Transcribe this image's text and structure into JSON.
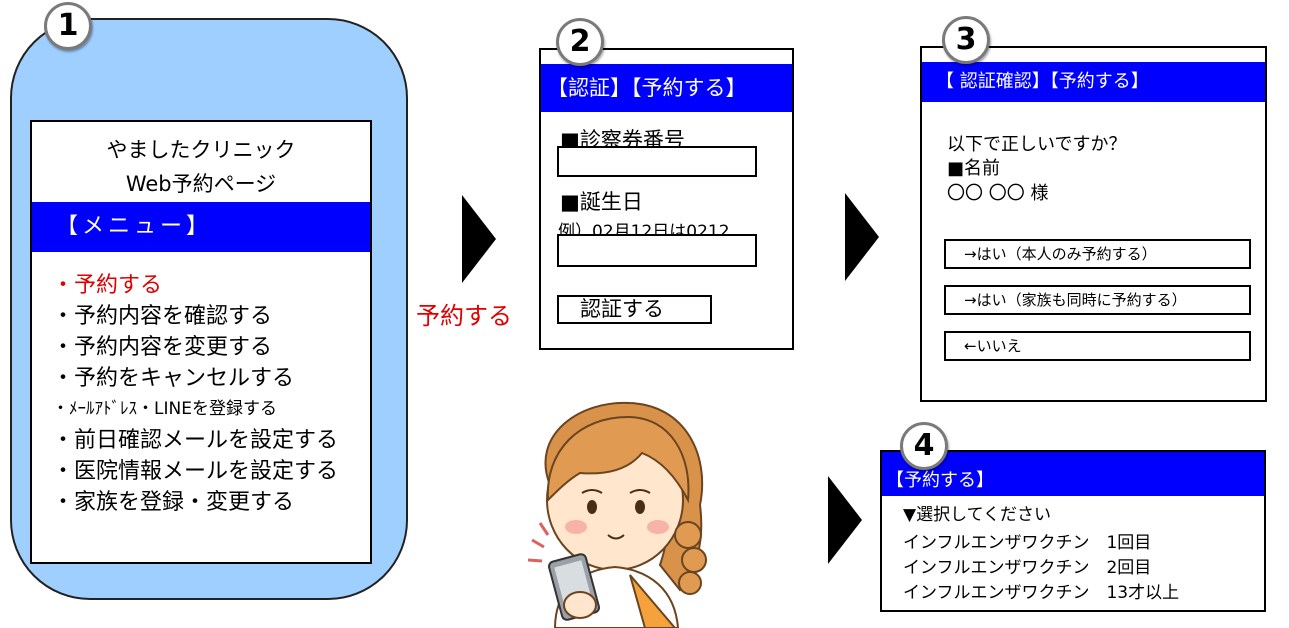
{
  "panel1": {
    "badge": "1",
    "clinic_name": "やましたクリニック",
    "page_name": "Web予約ページ",
    "menu_header": "【メニュー】",
    "items": [
      "・予約する",
      "・予約内容を確認する",
      "・予約内容を変更する",
      "・予約をキャンセルする",
      "・ﾒｰﾙｱﾄﾞﾚｽ・LINEを登録する",
      "・前日確認メールを設定する",
      "・医院情報メールを設定する",
      "・家族を登録・変更する"
    ],
    "active_color": "#e00000"
  },
  "arrow_label": "予約する",
  "panel2": {
    "badge": "2",
    "header": "【認証】【予約する】",
    "card_label": "■診察券番号",
    "birth_label": "■誕生日",
    "birth_hint": "例）02月12日は0212",
    "submit": "認証する"
  },
  "panel3": {
    "badge": "3",
    "header": "【 認証確認】【予約する】",
    "question": "以下で正しいですか？",
    "name_label": "■名前",
    "name_value": "〇〇 〇〇 様",
    "options": [
      "→はい（本人のみ予約する）",
      "→はい（家族も同時に予約する）",
      "←いいえ"
    ]
  },
  "panel4": {
    "badge": "4",
    "header": "【予約する】",
    "prompt": "▼選択してください",
    "items": [
      "インフルエンザワクチン　1回目",
      "インフルエンザワクチン　2回目",
      "インフルエンザワクチン　13才以上"
    ]
  },
  "colors": {
    "header_blue": "#0000ff",
    "phone_blue": "#9fcfff",
    "red_text": "#e00000"
  }
}
